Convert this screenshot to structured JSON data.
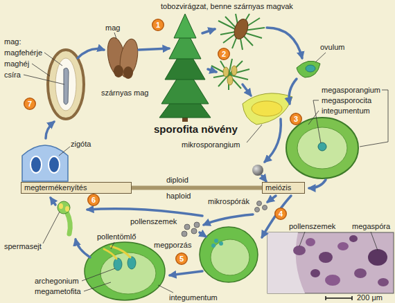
{
  "diagram": {
    "nodes": [
      {
        "text": [
          "1"
        ]
      },
      {
        "text": [
          "2"
        ]
      },
      {
        "text": [
          "7"
        ]
      },
      {
        "text": [
          "3"
        ]
      },
      {
        "text": [
          "megtermékenyítés"
        ]
      },
      {
        "text": [
          "meiózis"
        ]
      },
      {
        "text": [
          "6"
        ]
      },
      {
        "text": [
          "4"
        ]
      },
      {
        "text": [
          "5"
        ]
      }
    ],
    "edges": [
      {
        "from": 4,
        "to": 5,
        "arrow": "none"
      }
    ],
    "labels": [
      "tobozvirágzat, benne szárnyas magvak",
      "mag",
      "ovulum",
      "mag:",
      "magfehérje",
      "maghéj",
      "csíra",
      "szárnyas mag",
      "megasporangium",
      "megasporocita",
      "integumentum",
      "sporofita növény",
      "mikrosporangium",
      "zigóta",
      "diploid",
      "haploid",
      "mikrospórák",
      "pollenszemek",
      "pollenszemek",
      "megaspóra",
      "pollentömlő",
      "spermasejt",
      "megporzás",
      "archegonium",
      "megametofita",
      "integumentum",
      "200 μm"
    ]
  }
}
